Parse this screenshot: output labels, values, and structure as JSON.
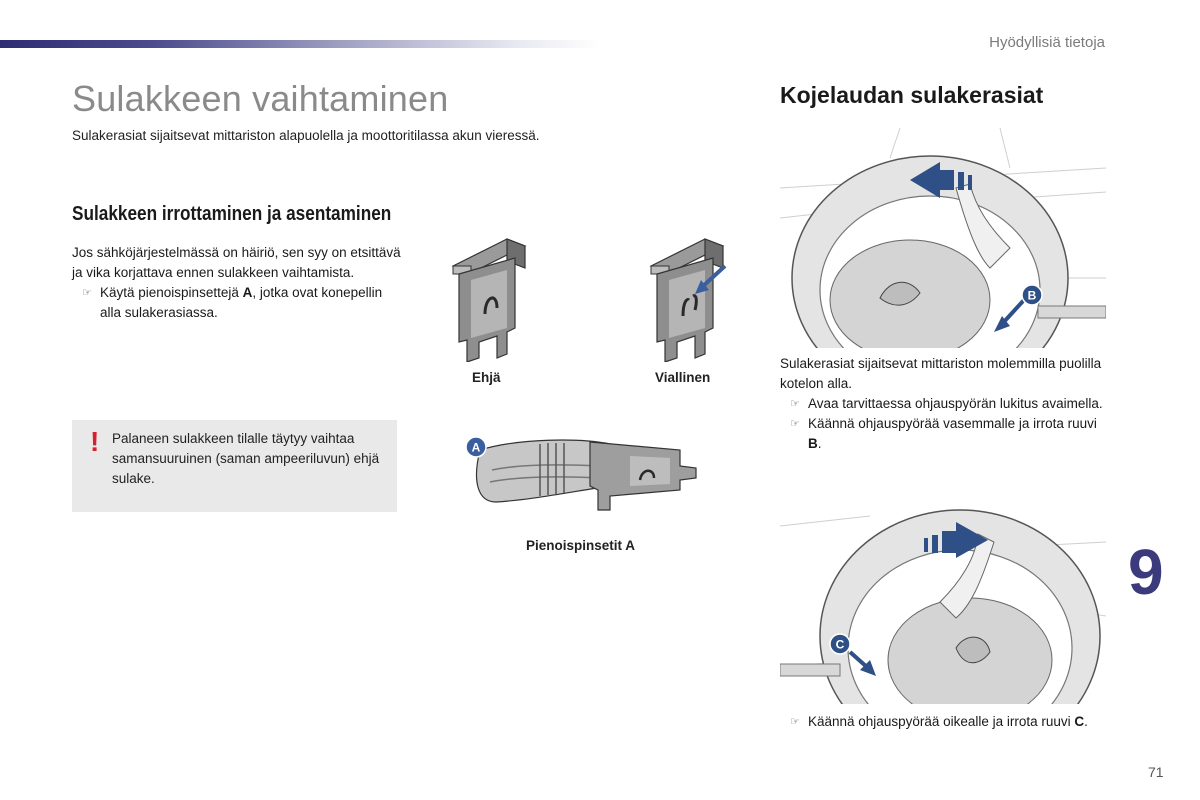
{
  "header": {
    "section": "Hyödyllisiä tietoja"
  },
  "left": {
    "title": "Sulakkeen vaihtaminen",
    "intro": "Sulakerasiat sijaitsevat mittariston alapuolella ja moottoritilassa akun vieressä.",
    "subheading": "Sulakkeen irrottaminen ja asentaminen",
    "paragraph": "Jos sähköjärjestelmässä on häiriö, sen syy on etsittävä ja vika korjattava ennen sulakkeen vaihtamista.",
    "bullet_pre": "Käytä pienoispinsettejä ",
    "bullet_bold": "A",
    "bullet_post": ", jotka ovat konepellin alla sulakerasiassa.",
    "warning_symbol": "!",
    "warning": "Palaneen sulakkeen tilalle täytyy vaihtaa samansuuruinen (saman ampeeriluvun) ehjä sulake."
  },
  "figures": {
    "fuse_good_label": "Ehjä",
    "fuse_blown_label": "Viallinen",
    "pliers_marker": "A",
    "pliers_label": "Pienoispinsetit A"
  },
  "right": {
    "title": "Kojelaudan sulakerasiat",
    "marker_b": "B",
    "marker_c": "C",
    "para": "Sulakerasiat sijaitsevat mittariston molemmilla puolilla kotelon alla.",
    "bullet1": "Avaa tarvittaessa ohjauspyörän lukitus avaimella.",
    "bullet2_pre": "Käännä ohjauspyörää vasemmalle ja irrota ruuvi ",
    "bullet2_bold": "B",
    "bullet2_post": ".",
    "bullet3_pre": "Käännä ohjauspyörää oikealle ja irrota ruuvi ",
    "bullet3_bold": "C",
    "bullet3_post": "."
  },
  "footer": {
    "chapter": "9",
    "page": "71"
  },
  "icons": {
    "bullet": "pointing-hand-icon",
    "warning": "exclamation-icon"
  },
  "colors": {
    "accent": "#3a3a7c",
    "warning": "#d6202e",
    "callout_bg": "#e9e9e9",
    "title_gray": "#8a8a8a"
  }
}
